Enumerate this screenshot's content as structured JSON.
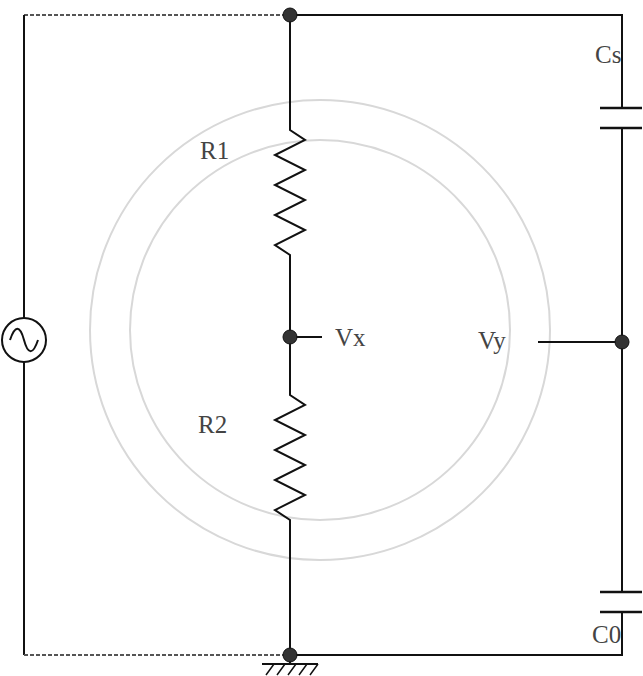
{
  "diagram": {
    "labels": [
      "R1",
      "Vx",
      "Vy",
      "R2",
      "Cs",
      "C0"
    ]
  }
}
